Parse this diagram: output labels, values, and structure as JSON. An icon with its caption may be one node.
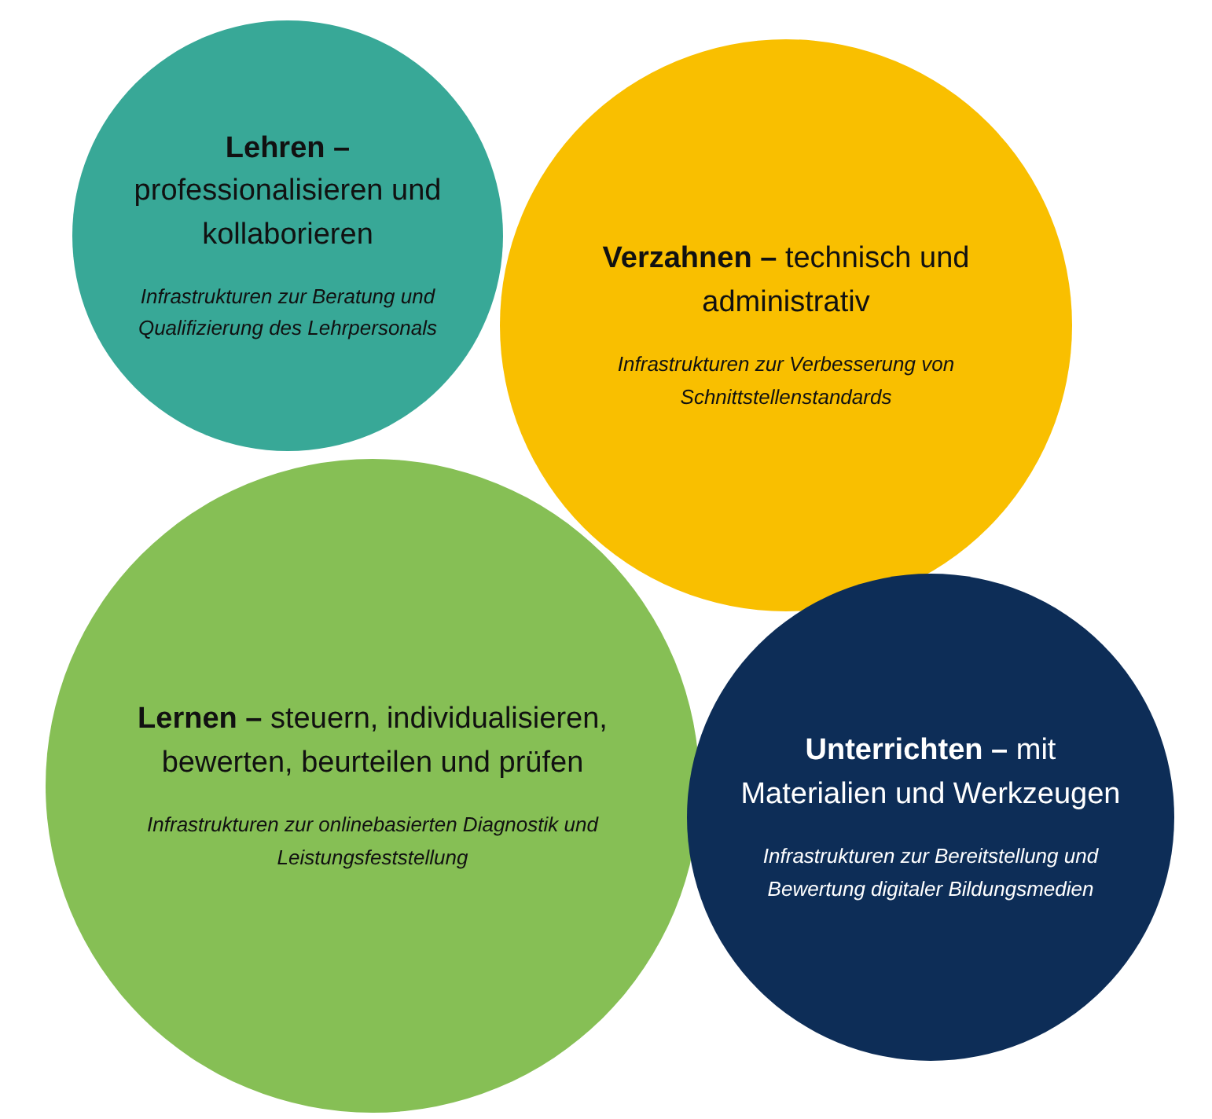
{
  "diagram": {
    "nodes": [
      {
        "text": [
          "**Lehren –** professionalisieren und kollaborieren",
          "Infrastrukturen zur Beratung und Qualifizierung des Lehrpersonals"
        ]
      },
      {
        "text": [
          "**Verzahnen –** technisch und administrativ",
          "Infrastrukturen zur Verbesserung von Schnittstellenstandards"
        ]
      },
      {
        "text": [
          "**Lernen –** steuern, individualisieren, bewerten, beurteilen und prüfen",
          "Infrastrukturen zur onlinebasierten Diagnostik und Leistungsfeststellung"
        ]
      },
      {
        "text": [
          "**Unterrichten –** mit Materialien und Werkzeugen",
          "Infrastrukturen zur Bereitstellung und Bewertung digitaler Bildungsmedien"
        ]
      }
    ]
  }
}
